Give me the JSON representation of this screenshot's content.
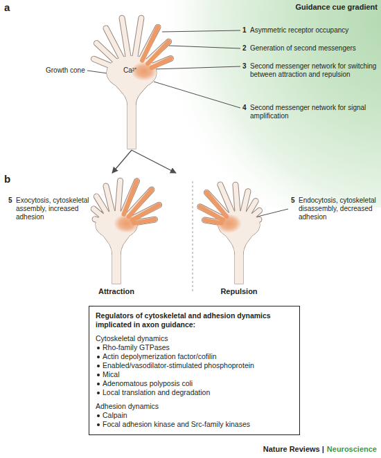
{
  "diagram": {
    "nodes": [
      {
        "text": [
          "Ca²⁺"
        ]
      },
      {
        "text": [
          "Attraction"
        ]
      },
      {
        "text": [
          "Repulsion"
        ]
      },
      {
        "text": [
          "Regulators of cytoskeletal and adhesion dynamics implicated in axon guidance:",
          "Cytoskeletal dynamics",
          "Rho-family GTPases",
          "Actin depolymerization factor/cofilin",
          "Enabled/vasodilator-stimulated phosphoprotein",
          "Mical",
          "Adenomatous polyposis coli",
          "Local translation and degradation",
          "Adhesion dynamics",
          "Calpain",
          "Focal adhesion kinase and Src-family kinases"
        ]
      }
    ],
    "edges": [
      {
        "from": 0,
        "to": 1,
        "arrow": "to"
      },
      {
        "from": 0,
        "to": 2,
        "arrow": "to"
      }
    ],
    "labels": [
      "a",
      "Guidance cue gradient",
      "1",
      "Asymmetric receptor occupancy",
      "2",
      "Generation of second messengers",
      "3",
      "Second messenger network for switching between attraction and repulsion",
      "4",
      "Second messenger network for signal amplification",
      "Growth cone",
      "b",
      "5",
      "Exocytosis, cytoskeletal assembly, increased adhesion",
      "5",
      "Endocytosis, cytoskeletal disassembly, decreased adhesion",
      "Nature Reviews |",
      "Neuroscience"
    ]
  }
}
